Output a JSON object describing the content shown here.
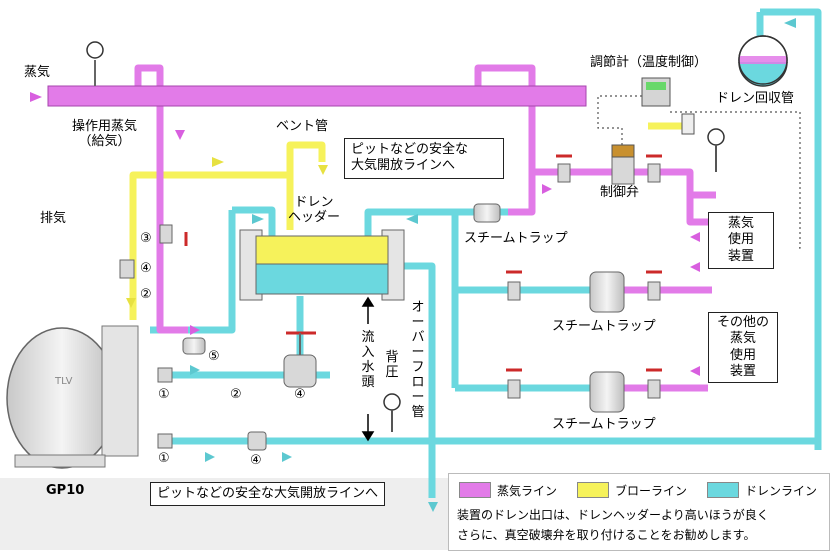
{
  "colors": {
    "steam": "#e27be8",
    "blow": "#f6f25b",
    "drain": "#6bd8df",
    "steam_arrow": "#d85fdf",
    "blow_arrow": "#e7e141",
    "drain_arrow": "#5cc8d0"
  },
  "labels": {
    "steam": "蒸気",
    "operating_steam": "操作用蒸気\n（給気）",
    "exhaust": "排気",
    "vent_pipe": "ベント管",
    "drain_header": "ドレン\nヘッダー",
    "controller": "調節計（温度制御）",
    "control_valve": "制御弁",
    "drain_recovery": "ドレン回収管",
    "steam_trap_top": "スチームトラップ",
    "steam_trap_mid": "スチームトラップ",
    "steam_trap_bot": "スチームトラップ",
    "inflow_head": "流入水頭",
    "back_pressure": "背圧",
    "overflow_pipe": "オーバーフロー管",
    "product": "GP10",
    "num1a": "①",
    "num1b": "①",
    "num2a": "②",
    "num2b": "②",
    "num3": "③",
    "num4a": "④",
    "num4b": "④",
    "num4c": "④",
    "num5": "⑤"
  },
  "boxes": {
    "safe_vent_top": "ピットなどの安全な\n大気開放ラインへ",
    "safe_vent_bottom": "ピットなどの安全な大気開放ラインへ",
    "steam_equipment": "蒸気\n使用\n装置",
    "other_equipment": "その他の\n蒸気\n使用\n装置"
  },
  "legend": {
    "steam_line": "蒸気ライン",
    "blow_line": "ブローライン",
    "drain_line": "ドレンライン",
    "note1": "装置のドレン出口は、ドレンヘッダーより高いほうが良く",
    "note2": "さらに、真空破壊弁を取り付けることをお勧めします。"
  }
}
